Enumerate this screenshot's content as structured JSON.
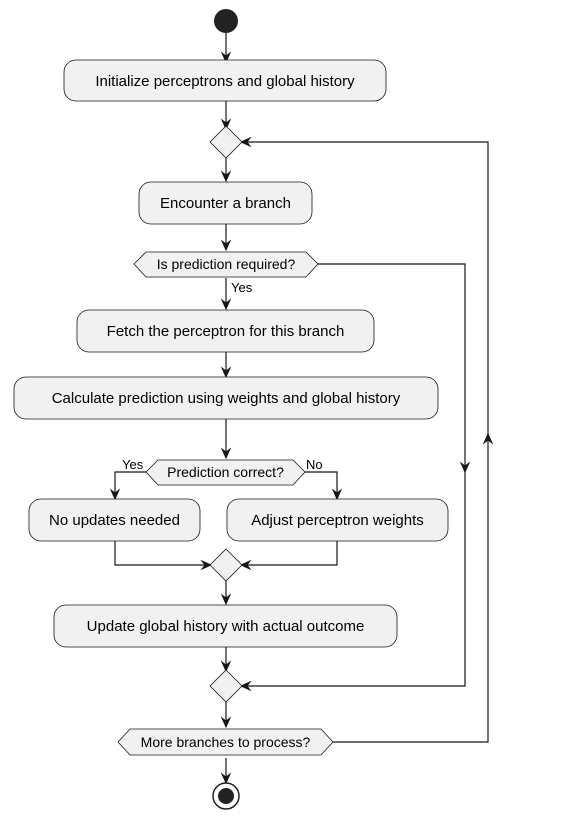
{
  "diagram": {
    "actions": {
      "init": "Initialize perceptrons and global history",
      "encounter": "Encounter a branch",
      "fetch": "Fetch the perceptron for this branch",
      "calculate": "Calculate prediction using weights and global history",
      "no_updates": "No updates needed",
      "adjust": "Adjust perceptron weights",
      "update_history": "Update global history with actual outcome"
    },
    "decisions": {
      "prediction_required": "Is prediction required?",
      "prediction_correct": "Prediction correct?",
      "more_branches": "More branches to process?"
    },
    "edge_labels": {
      "required_yes": "Yes",
      "correct_yes": "Yes",
      "correct_no": "No"
    },
    "colors": {
      "node_fill": "#f1f1f1",
      "stroke": "#181818"
    }
  }
}
